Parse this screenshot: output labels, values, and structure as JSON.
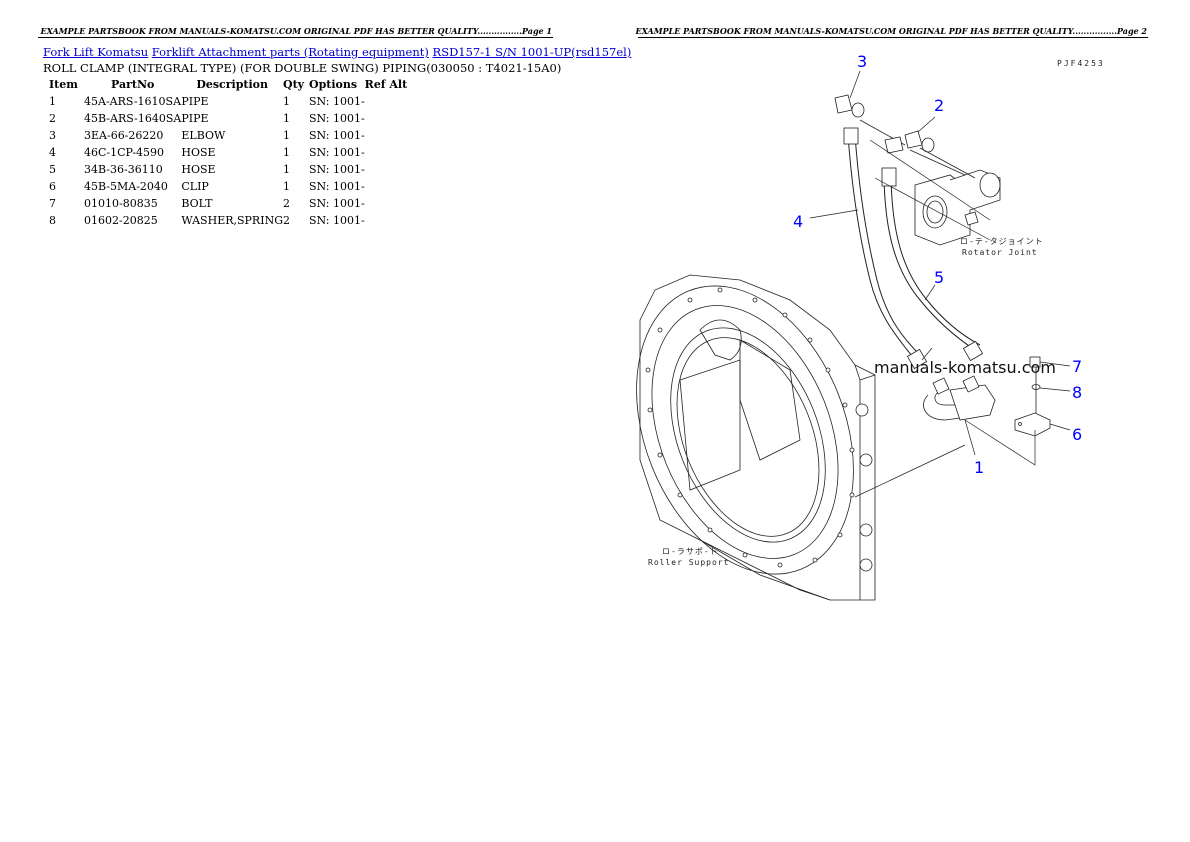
{
  "page1": {
    "header": "EXAMPLE PARTSBOOK FROM MANUALS-KOMATSU.COM ORIGINAL PDF HAS BETTER QUALITY................Page 1",
    "breadcrumbs": [
      "Fork Lift Komatsu",
      "Forklift Attachment parts (Rotating equipment)",
      "RSD157-1 S/N 1001-UP(rsd157el)"
    ],
    "subtitle": "ROLL CLAMP (INTEGRAL TYPE) (FOR DOUBLE SWING) PIPING(030050 : T4021-15A0)",
    "table": {
      "columns": [
        "Item",
        "PartNo",
        "Description",
        "Qty",
        "Options",
        "Ref Alt"
      ],
      "rows": [
        {
          "item": "1",
          "partno": "45A-ARS-1610SA",
          "desc": "PIPE",
          "qty": "1",
          "options": "SN: 1001-",
          "ref": ""
        },
        {
          "item": "2",
          "partno": "45B-ARS-1640SA",
          "desc": "PIPE",
          "qty": "1",
          "options": "SN: 1001-",
          "ref": ""
        },
        {
          "item": "3",
          "partno": "3EA-66-26220",
          "desc": "ELBOW",
          "qty": "1",
          "options": "SN: 1001-",
          "ref": ""
        },
        {
          "item": "4",
          "partno": "46C-1CP-4590",
          "desc": "HOSE",
          "qty": "1",
          "options": "SN: 1001-",
          "ref": ""
        },
        {
          "item": "5",
          "partno": "34B-36-36110",
          "desc": "HOSE",
          "qty": "1",
          "options": "SN: 1001-",
          "ref": ""
        },
        {
          "item": "6",
          "partno": "45B-5MA-2040",
          "desc": "CLIP",
          "qty": "1",
          "options": "SN: 1001-",
          "ref": ""
        },
        {
          "item": "7",
          "partno": "01010-80835",
          "desc": "BOLT",
          "qty": "2",
          "options": "SN: 1001-",
          "ref": ""
        },
        {
          "item": "8",
          "partno": "01602-20825",
          "desc": "WASHER,SPRING",
          "qty": "2",
          "options": "SN: 1001-",
          "ref": ""
        }
      ]
    }
  },
  "page2": {
    "header": "EXAMPLE PARTSBOOK FROM MANUALS-KOMATSU.COM ORIGINAL PDF HAS BETTER QUALITY................Page 2",
    "drawing_code": "PJF4253",
    "watermark": "manuals-komatsu.com",
    "labels": {
      "rotator_jp": "ロ-テ-タジョイント",
      "rotator_en": "Rotator Joint",
      "roller_jp": "ロ-ラサポ-ト",
      "roller_en": "Roller Support"
    },
    "callouts": [
      "1",
      "2",
      "3",
      "4",
      "5",
      "6",
      "7",
      "8"
    ]
  },
  "colors": {
    "link": "#0000cc",
    "callout": "#0000ff"
  }
}
